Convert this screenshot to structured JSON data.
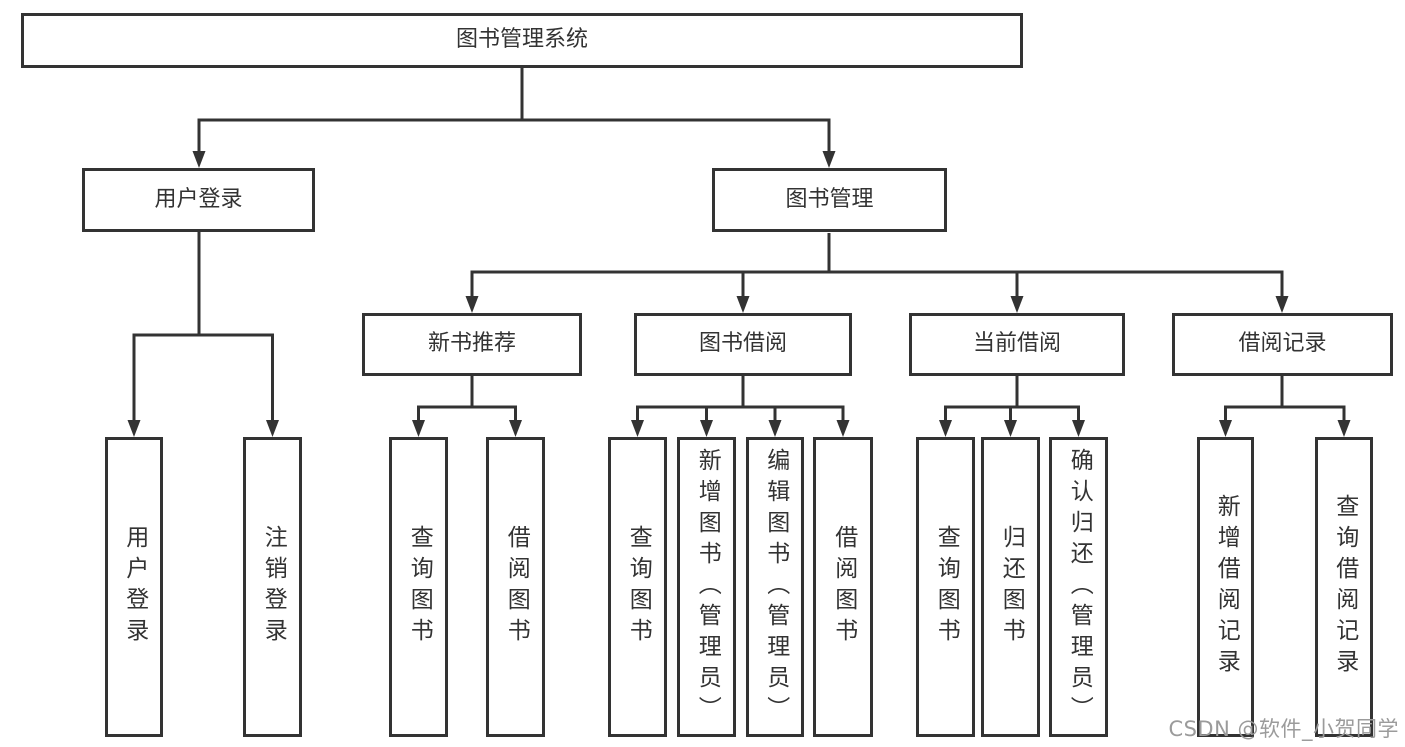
{
  "root": {
    "label": "图书管理系统"
  },
  "level2": [
    {
      "label": "用户登录"
    },
    {
      "label": "图书管理"
    }
  ],
  "level3": [
    {
      "label": "新书推荐"
    },
    {
      "label": "图书借阅"
    },
    {
      "label": "当前借阅"
    },
    {
      "label": "借阅记录"
    }
  ],
  "leaves": {
    "login": [
      {
        "label": "用户登录"
      },
      {
        "label": "注销登录"
      }
    ],
    "recommend": [
      {
        "label": "查询图书"
      },
      {
        "label": "借阅图书"
      }
    ],
    "borrow": [
      {
        "label": "查询图书"
      },
      {
        "label": "新增图书（管理员）"
      },
      {
        "label": "编辑图书（管理员）"
      },
      {
        "label": "借阅图书"
      }
    ],
    "current": [
      {
        "label": "查询图书"
      },
      {
        "label": "归还图书"
      },
      {
        "label": "确认归还（管理员）"
      }
    ],
    "records": [
      {
        "label": "新增借阅记录"
      },
      {
        "label": "查询借阅记录"
      }
    ]
  },
  "watermark": {
    "text": "CSDN @软件_小贺同学"
  },
  "colors": {
    "line": "#333333",
    "box_border": "#333333",
    "text": "#333333",
    "watermark": "#9b9b9b",
    "background": "#ffffff"
  }
}
